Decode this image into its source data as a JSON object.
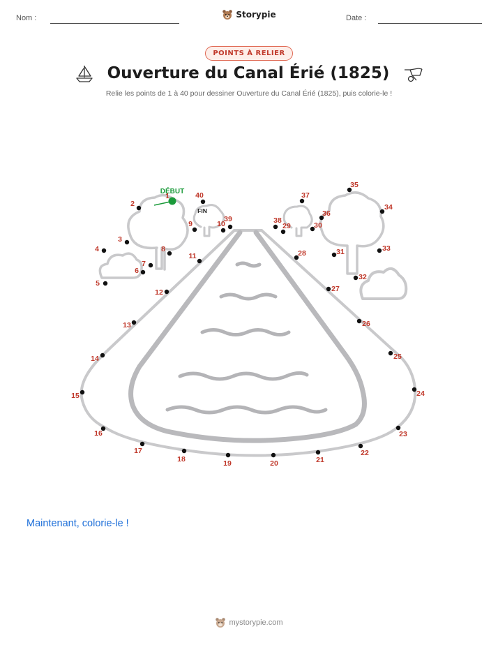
{
  "header": {
    "name_label": "Nom :",
    "date_label": "Date :",
    "brand": "Storypie"
  },
  "badge": "POINTS À RELIER",
  "title": "Ouverture du Canal Érié (1825)",
  "subtitle": "Relie les points de 1 à 40 pour dessiner Ouverture du Canal Érié (1825), puis colorie-le !",
  "puzzle": {
    "start_label": "DÉBUT",
    "end_label": "FIN",
    "start_color": "#1a9a3a",
    "number_color": "#c0392b",
    "line_color": "#c5c5c7",
    "dots": [
      {
        "n": "1"
      },
      {
        "n": "2"
      },
      {
        "n": "3"
      },
      {
        "n": "4"
      },
      {
        "n": "5"
      },
      {
        "n": "6"
      },
      {
        "n": "7"
      },
      {
        "n": "8"
      },
      {
        "n": "9"
      },
      {
        "n": "10"
      },
      {
        "n": "11"
      },
      {
        "n": "12"
      },
      {
        "n": "13"
      },
      {
        "n": "14"
      },
      {
        "n": "15"
      },
      {
        "n": "16"
      },
      {
        "n": "17"
      },
      {
        "n": "18"
      },
      {
        "n": "19"
      },
      {
        "n": "20"
      },
      {
        "n": "21"
      },
      {
        "n": "22"
      },
      {
        "n": "23"
      },
      {
        "n": "24"
      },
      {
        "n": "25"
      },
      {
        "n": "26"
      },
      {
        "n": "27"
      },
      {
        "n": "28"
      },
      {
        "n": "29"
      },
      {
        "n": "30"
      },
      {
        "n": "31"
      },
      {
        "n": "32"
      },
      {
        "n": "33"
      },
      {
        "n": "34"
      },
      {
        "n": "35"
      },
      {
        "n": "36"
      },
      {
        "n": "37"
      },
      {
        "n": "38"
      },
      {
        "n": "39"
      },
      {
        "n": "40"
      }
    ]
  },
  "colorie": "Maintenant, colorie-le !",
  "footer": "mystorypie.com"
}
